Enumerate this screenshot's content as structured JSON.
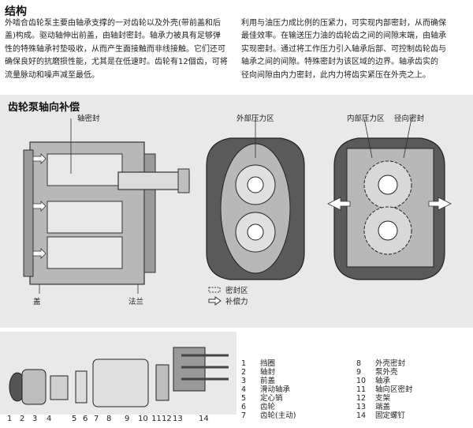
{
  "section_title": "结构",
  "left_paragraph": [
    "外啮合齿轮泵主要由轴承支撑的一对齿轮以及外壳(带前盖和后",
    "盖)构成。驱动轴伸出前盖，由轴封密封。轴承力被具有足够弹",
    "性的特殊轴承衬垫吸收，从而产生面接触而非线接触。它们还可",
    "确保良好的抗磨损性能，尤其是在低速时。齿轮有12個齿，可将",
    "流量脉动和噪声减至最低。"
  ],
  "right_paragraph": [
    "利用与油压力成比例的压紧力，可实现内部密封，从而确保",
    "最佳效率。在输送压力油的齿轮齿之间的间隙末端，由轴承",
    "实现密封。通过将工作压力引入轴承后部、可控制齿轮齿与",
    "轴承之间的间隙。特殊密封为该区域的边界。轴承齿实的",
    "径向间隙由内力密封，此内力将齿实紧压在外壳之上。"
  ],
  "diagram_panel": {
    "title": "齿轮泵轴向补偿",
    "labels": {
      "shaft_seal": "轴密封",
      "outer_pressure_zone": "外部压力区",
      "inner_pressure_zone": "内部压力区",
      "radial_seal": "径向密封",
      "cover": "盖",
      "flange": "法兰"
    },
    "legend": {
      "sealing_zone": "密封区",
      "compensation_force": "补偿力"
    }
  },
  "parts_list": [
    {
      "no": "1",
      "name": "挡圈"
    },
    {
      "no": "2",
      "name": "轴封"
    },
    {
      "no": "3",
      "name": "前盖"
    },
    {
      "no": "4",
      "name": "滑动轴承"
    },
    {
      "no": "5",
      "name": "定心销"
    },
    {
      "no": "6",
      "name": "齿轮"
    },
    {
      "no": "7",
      "name": "齿轮(主动)"
    },
    {
      "no": "8",
      "name": "外壳密封"
    },
    {
      "no": "9",
      "name": "泵外壳"
    },
    {
      "no": "10",
      "name": "轴承"
    },
    {
      "no": "11",
      "name": "轴向区密封"
    },
    {
      "no": "12",
      "name": "支架"
    },
    {
      "no": "13",
      "name": "端盖"
    },
    {
      "no": "14",
      "name": "固定螺钉"
    }
  ],
  "exploded_numbers": [
    "1",
    "2",
    "3",
    "4",
    "5",
    "6",
    "7",
    "8",
    "9",
    "10",
    "11",
    "12",
    "13",
    "14"
  ],
  "colors": {
    "panel_bg": "#e9e9e9",
    "housing": "#b8b8b8",
    "housing_dark": "#5a5a5a",
    "gear": "#d8d8d8",
    "outline": "#333333"
  }
}
